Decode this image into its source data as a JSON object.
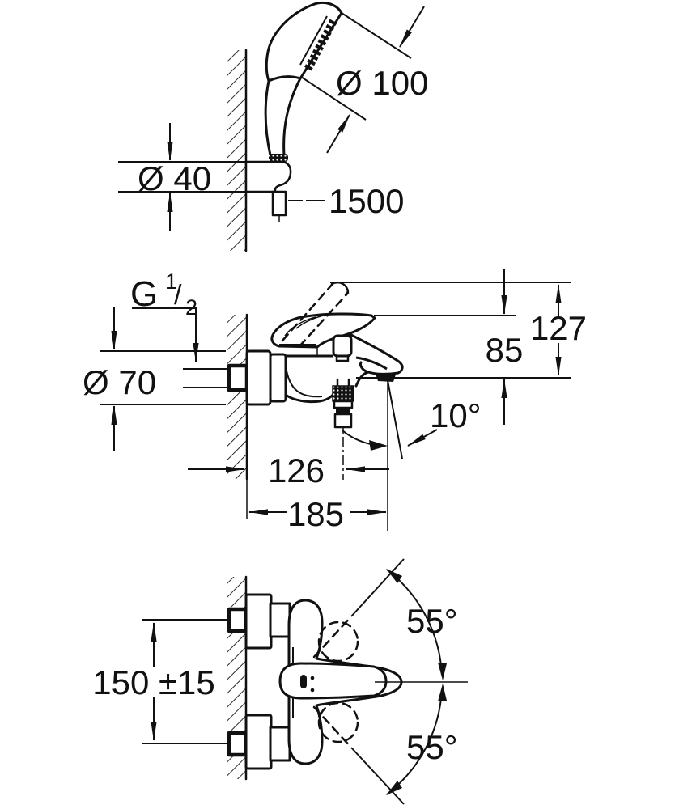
{
  "colors": {
    "background": "#ffffff",
    "ink": "#111111"
  },
  "top_view": {
    "head_diameter": "Ø 100",
    "bracket_diameter": "Ø 40",
    "hose_length": "1500"
  },
  "side_view": {
    "thread": {
      "base": "G",
      "numerator": "1",
      "separator": "/",
      "denominator": "2"
    },
    "escutcheon_diameter": "Ø 70",
    "height_to_spout": "85",
    "height_to_lever_top": "127",
    "spout_angle": "10°",
    "hose_outlet_offset": "126",
    "spout_reach": "185"
  },
  "plan_view": {
    "connection_spacing": "150 ±15",
    "lever_swing_up": "55°",
    "lever_swing_down": "55°"
  }
}
